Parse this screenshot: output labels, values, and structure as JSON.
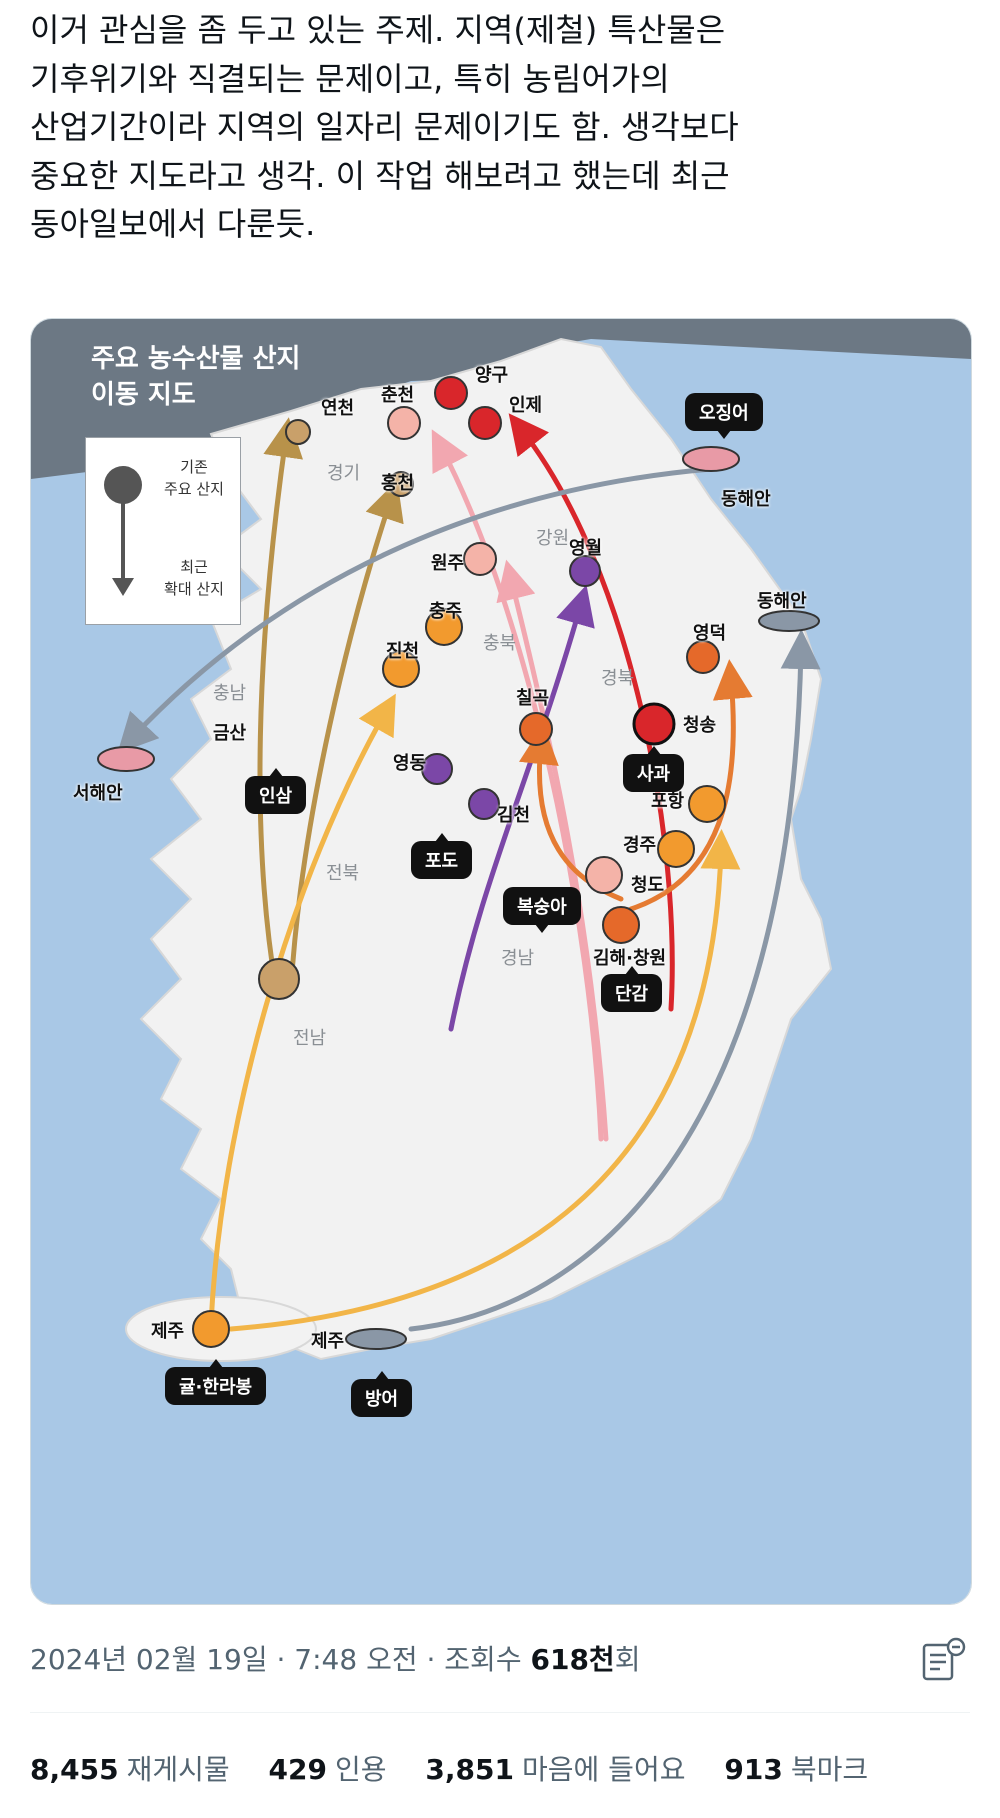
{
  "post": {
    "lines": [
      "이거 관심을 좀 두고 있는 주제. 지역(제철) 특산물은",
      "기후위기와 직결되는 문제이고, 특히 농림어가의",
      "산업기간이라 지역의 일자리 문제이기도 함. 생각보다",
      "중요한 지도라고 생각. 이 작업 해보려고 했는데 최근",
      "동아일보에서 다룬듯."
    ]
  },
  "map": {
    "title_lines": [
      "주요 농수산물 산지",
      "이동 지도"
    ],
    "legend": {
      "from": [
        "기존",
        "주요 산지"
      ],
      "to": [
        "최근",
        "확대 산지"
      ]
    },
    "regions": [
      "경기",
      "강원",
      "충북",
      "충남",
      "경북",
      "전북",
      "경남",
      "전남"
    ],
    "places": {
      "yeoncheon": "연천",
      "chuncheon": "춘천",
      "yanggu": "양구",
      "inje": "인제",
      "hongcheon": "홍천",
      "wonju": "원주",
      "yeongwol": "영월",
      "chungju": "충주",
      "jincheon": "진천",
      "geumsan": "금산",
      "yeongdong": "영동",
      "gimcheon": "김천",
      "chilgok": "칠곡",
      "cheongsong": "청송",
      "yeongdeok": "영덕",
      "pohang": "포항",
      "gyeongju": "경주",
      "cheongdo": "청도",
      "gimhae": "김해·창원",
      "jeju_left": "제주",
      "jeju_right": "제주",
      "east_coast_1": "동해안",
      "east_coast_2": "동해안",
      "west_coast": "서해안"
    },
    "tags": {
      "squid": "오징어",
      "ginseng": "인삼",
      "grape": "포도",
      "apple": "사과",
      "peach": "복숭아",
      "persimmon": "단감",
      "tangerine": "귤·한라봉",
      "yellowtail": "방어"
    },
    "colors": {
      "sea": "#a9c8e6",
      "land": "#f2f2f2",
      "north": "#6c7884",
      "ginseng": "#b8924a",
      "apple": "#d9262b",
      "peach": "#f2a7b0",
      "grape": "#7b47a7",
      "persimmon": "#e57b32",
      "tangerine": "#f2b548",
      "fish": "#8a97a6"
    }
  },
  "meta": {
    "date": "2024년 02월 19일 · 7:48 오전 · 조회수 ",
    "views": "618천",
    "views_suffix": "회"
  },
  "stats": {
    "reposts_count": "8,455",
    "reposts_label": "재게시물",
    "quotes_count": "429",
    "quotes_label": "인용",
    "likes_count": "3,851",
    "likes_label": "마음에 들어요",
    "bookmarks_count": "913",
    "bookmarks_label": "북마크"
  },
  "icons": {
    "analytics": "analytics-icon"
  }
}
